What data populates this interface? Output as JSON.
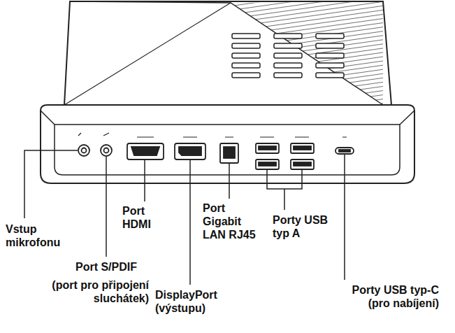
{
  "diagram": {
    "labels": [
      "Vstup mikrofonu",
      "Port HDMI",
      "Port Gigabit LAN RJ45",
      "Porty USB typ A",
      "Port S/PDIF",
      "(port pro připojení sluchátek)",
      "DisplayPort (výstupu)",
      "Porty USB typ-C (pro nabíjení)"
    ]
  }
}
